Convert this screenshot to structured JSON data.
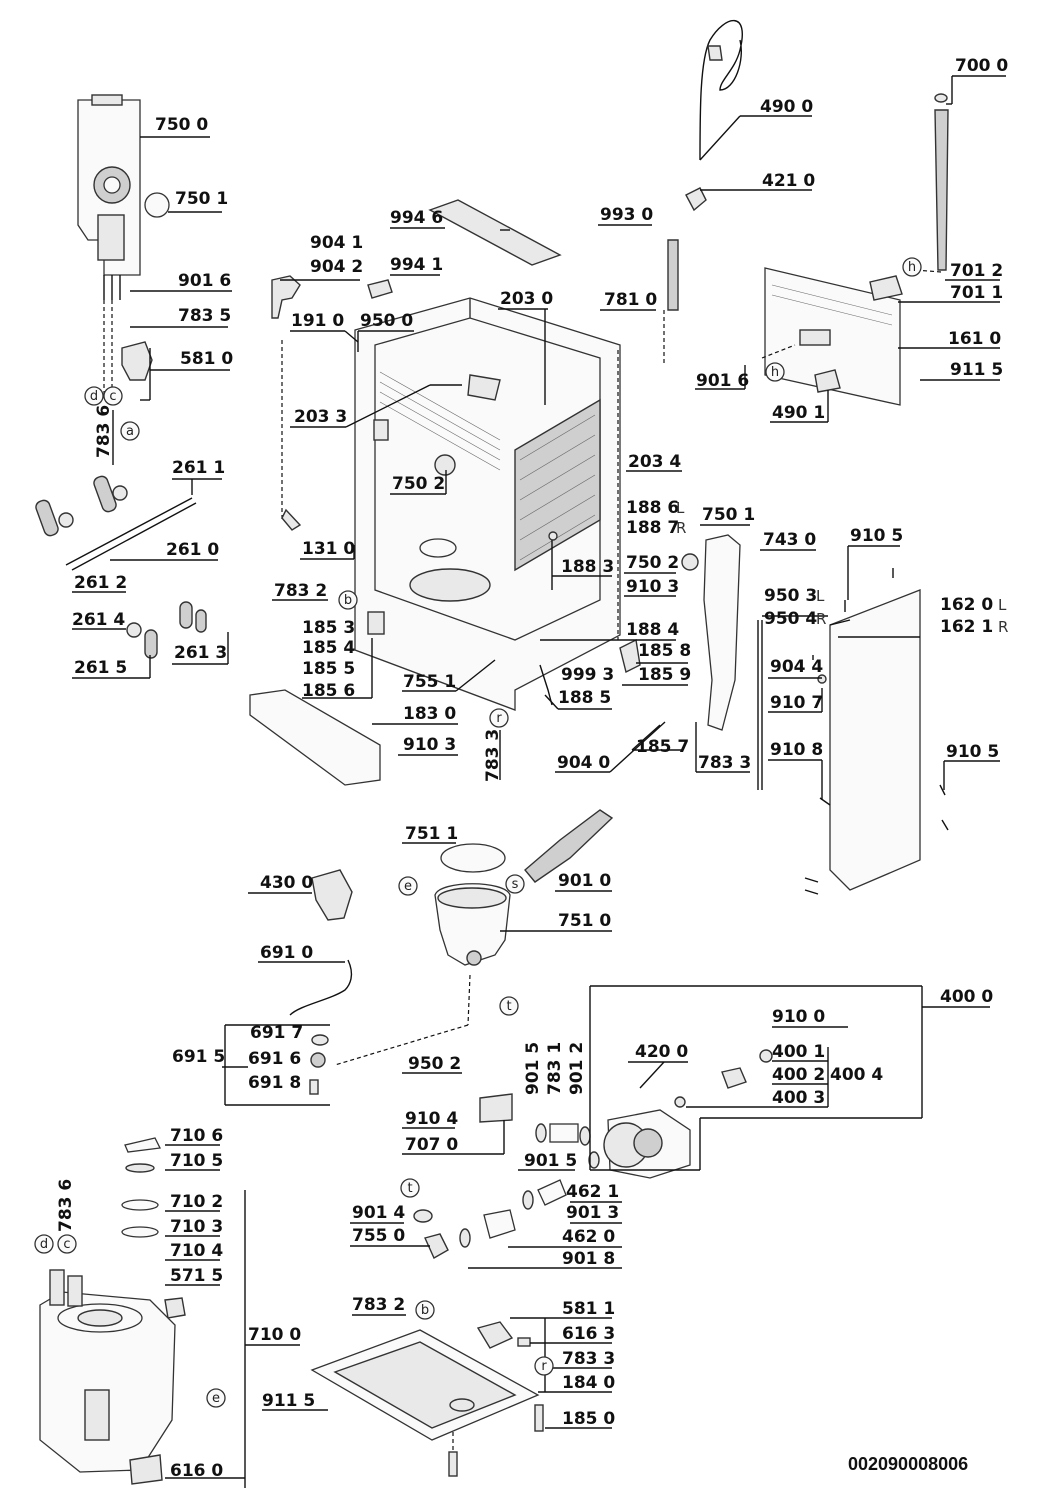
{
  "document_id": "002090008006",
  "labels": {
    "l7500": "750 0",
    "l7501": "750 1",
    "l9016a": "901 6",
    "l7835a": "783 5",
    "l5810": "581 0",
    "l7836a": "783 6",
    "l2611": "261 1",
    "l2610": "261 0",
    "l2612": "261 2",
    "l2614": "261 4",
    "l2613": "261 3",
    "l2615": "261 5",
    "l9041": "904 1",
    "l9042": "904 2",
    "l9941": "994 1",
    "l9946": "994 6",
    "l1910": "191 0",
    "l9500": "950 0",
    "l2030": "203 0",
    "l2033": "203 3",
    "l7502": "750 2",
    "l2034": "203 4",
    "l1310": "131 0",
    "l7832a": "783 2",
    "l1853": "185 3",
    "l1854": "185 4",
    "l1855": "185 5",
    "l1856": "185 6",
    "l7551": "755 1",
    "l1830": "183 0",
    "l9103a": "910 3",
    "l7833a": "783 3",
    "l4900": "490 0",
    "l4210": "421 0",
    "l9930": "993 0",
    "l7810": "781 0",
    "l7000": "700 0",
    "l7012": "701 2",
    "l7011": "701 1",
    "l1610": "161 0",
    "l9016b": "901 6",
    "l9115a": "911 5",
    "l4901": "490 1",
    "l1886": "188 6",
    "l1887": "188 7",
    "l7501b": "750 1",
    "l7430": "743 0",
    "l1883": "188 3",
    "l7502b": "750 2",
    "l9103b": "910 3",
    "l1884": "188 4",
    "l1858": "185 8",
    "l9993": "999 3",
    "l1859": "185 9",
    "l1885": "188 5",
    "l1857": "185 7",
    "l9040": "904 0",
    "l7833b": "783 3",
    "l9105a": "910 5",
    "l9503": "950 3",
    "l9504": "950 4",
    "l1620": "162 0",
    "l1621": "162 1",
    "l9044": "904 4",
    "l9107": "910 7",
    "l9108": "910 8",
    "l9105b": "910 5",
    "l7511": "751 1",
    "l4300": "430 0",
    "l9010": "901 0",
    "l7510": "751 0",
    "l6910": "691 0",
    "l6917": "691 7",
    "l6915": "691 5",
    "l6916": "691 6",
    "l6918": "691 8",
    "l4000": "400 0",
    "l9100": "910 0",
    "l4001": "400 1",
    "l4002": "400 2",
    "l4004": "400 4",
    "l4003": "400 3",
    "l4200": "420 0",
    "l9502": "950 2",
    "l9015a": "901 5",
    "l7831": "783 1",
    "l9012": "901 2",
    "l9104": "910 4",
    "l7070": "707 0",
    "l9015b": "901 5",
    "l4621": "462 1",
    "l9013": "901 3",
    "l4620": "462 0",
    "l9018": "901 8",
    "l9014": "901 4",
    "l7550": "755 0",
    "l7106": "710 6",
    "l7105": "710 5",
    "l7102": "710 2",
    "l7103": "710 3",
    "l7104": "710 4",
    "l5715": "571 5",
    "l7100": "710 0",
    "l7836b": "783 6",
    "l6160": "616 0",
    "l9115b": "911 5",
    "l7832b": "783 2",
    "l5811": "581 1",
    "l6163": "616 3",
    "l7833c": "783 3",
    "l1840": "184 0",
    "l1850": "185 0"
  },
  "side_marks": {
    "L": "L",
    "R": "R"
  },
  "callouts": {
    "a": "a",
    "b": "b",
    "c": "c",
    "d": "d",
    "e": "e",
    "h": "h",
    "r": "r",
    "s": "s",
    "t": "t"
  }
}
